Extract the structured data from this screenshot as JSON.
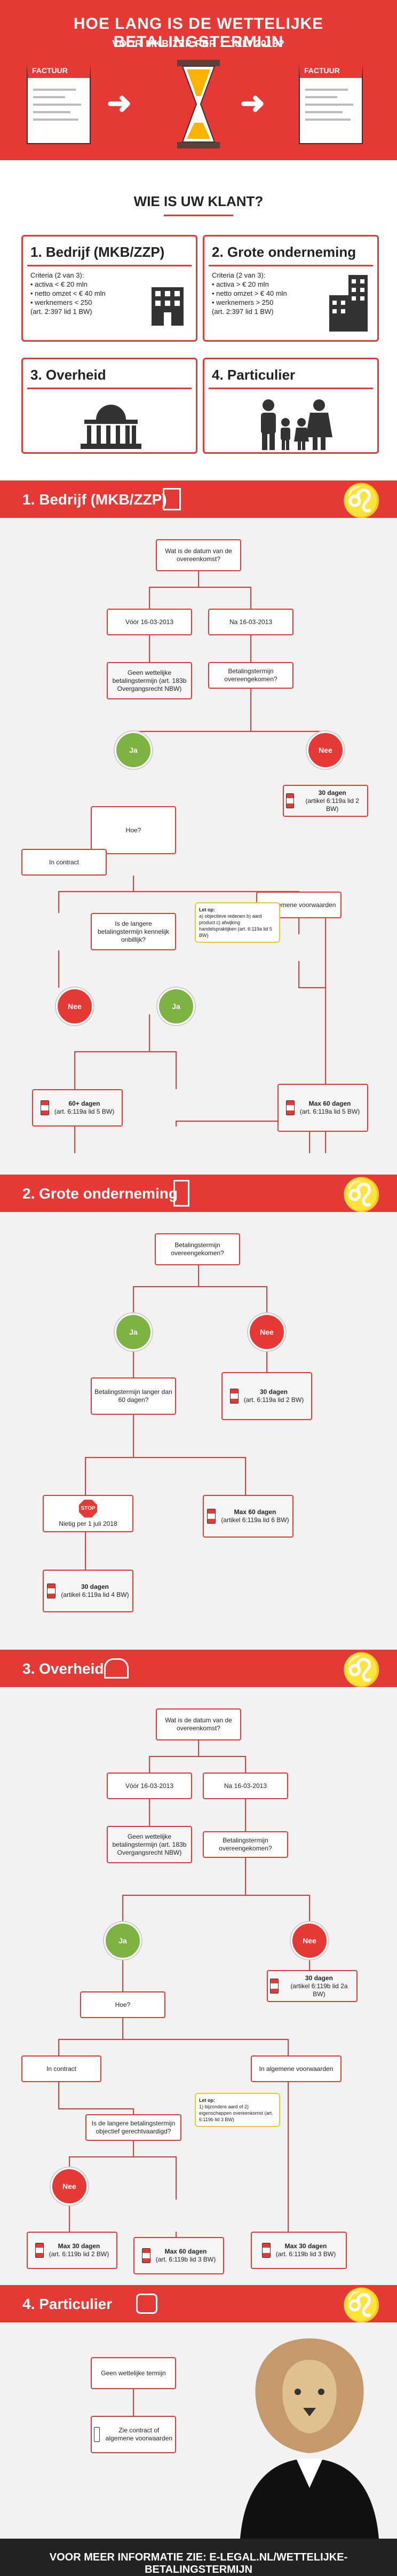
{
  "header": {
    "title": "HOE LANG IS DE WETTELIJKE BETALINGSTERMIJN",
    "subtitle": "VOOR MKB/ZZP PER 1 JULI 2018?",
    "invoice_label": "FACTUUR"
  },
  "question": "WIE IS UW KLANT?",
  "options": [
    {
      "title": "1. Bedrijf (MKB/ZZP)",
      "text": [
        "Criteria (2 van 3):",
        "• activa < € 20 mln",
        "• netto omzet < € 40 mln",
        "• werknemers < 250",
        "   (art. 2:397 lid 1 BW)"
      ]
    },
    {
      "title": "2. Grote onderneming",
      "text": [
        "Criteria (2 van 3):",
        "• activa > € 20 mln",
        "• netto omzet > € 40 mln",
        "• werknemers > 250",
        "   (art. 2:397 lid 1 BW)"
      ]
    },
    {
      "title": "3. Overheid",
      "text": []
    },
    {
      "title": "4. Particulier",
      "text": []
    }
  ],
  "sections": {
    "s1": {
      "title": "1. Bedrijf (MKB/ZZP)",
      "start": "Wat is de datum van de overeenkomst?",
      "before": "Vóór 16-03-2013",
      "after": "Na 16-03-2013",
      "no_term": "Geen wettelijke betalingstermijn (art. 183b Overgangsrecht NBW)",
      "agreed": "Betalingstermijn overeengekomen?",
      "yes": "Ja",
      "no": "Nee",
      "how": "Hoe?",
      "contract": "In contract",
      "general": "In algemene voorwaarden",
      "longer": "Is de langere betalingstermijn kennelijk onbillijk?",
      "note_title": "Let op:",
      "note": "a) objectieve redenen b) aard product c) afwijking handelspraktijken (art. 6:119a lid 5 BW)",
      "res_60plus": "60+ dagen",
      "res_60plus_ref": "(art. 6:119a lid 5 BW)",
      "res_30": "30 dagen",
      "res_30_ref": "(artikel 6:119a lid 2 BW)",
      "res_max60": "Max 60 dagen",
      "res_max60_ref": "(art. 6:119a lid 5 BW)"
    },
    "s2": {
      "title": "2. Grote onderneming",
      "start": "Betalingstermijn overeengekomen?",
      "yes": "Ja",
      "no": "Nee",
      "longer": "Betalingstermijn langer dan 60 dagen?",
      "res_30a": "30 dagen",
      "res_30a_ref": "(art. 6:119a lid 2 BW)",
      "stop": "STOP",
      "void": "Nietig per 1 juli 2018",
      "res_max60": "Max 60 dagen",
      "res_max60_ref": "(artikel 6:119a lid 6 BW)",
      "res_30b": "30 dagen",
      "res_30b_ref": "(artikel 6:119a lid 4 BW)"
    },
    "s3": {
      "title": "3. Overheid",
      "start": "Wat is de datum van de overeenkomst?",
      "before": "Vóór 16-03-2013",
      "after": "Na 16-03-2013",
      "no_term": "Geen wettelijke betalingstermijn (art. 183b Overgangsrecht NBW)",
      "agreed": "Betalingstermijn overeengekomen?",
      "yes": "Ja",
      "no": "Nee",
      "how": "Hoe?",
      "contract": "In contract",
      "general": "In algemene voorwaarden",
      "longer": "Is de langere betalingstermijn objectief gerechtvaardigd?",
      "note_title": "Let op:",
      "note": "1) bijzondere aard of 2) eigenschappen overeenkomst (art. 6:119b lid 3 BW)",
      "res_30a": "30 dagen",
      "res_30a_ref": "(artikel 6:119b lid 2a BW)",
      "res_max30": "Max 30 dagen",
      "res_max30_ref": "(art. 6:119b lid 2 BW)",
      "res_max60": "Max 60 dagen",
      "res_max60_ref": "(art. 6:119b lid 3 BW)",
      "res_max30b": "Max 30 dagen",
      "res_max30b_ref": "(art. 6:119b lid 3 BW)"
    },
    "s4": {
      "title": "4. Particulier",
      "no_term": "Geen wettelijke termijn",
      "see": "Zie contract of algemene voorwaarden"
    }
  },
  "footer": "VOOR MEER INFORMATIE ZIE: E-LEGAL.NL/WETTELIJKE-BETALINGSTERMIJN",
  "colors": {
    "accent": "#e53935",
    "green": "#7cb342",
    "dark": "#222222"
  }
}
